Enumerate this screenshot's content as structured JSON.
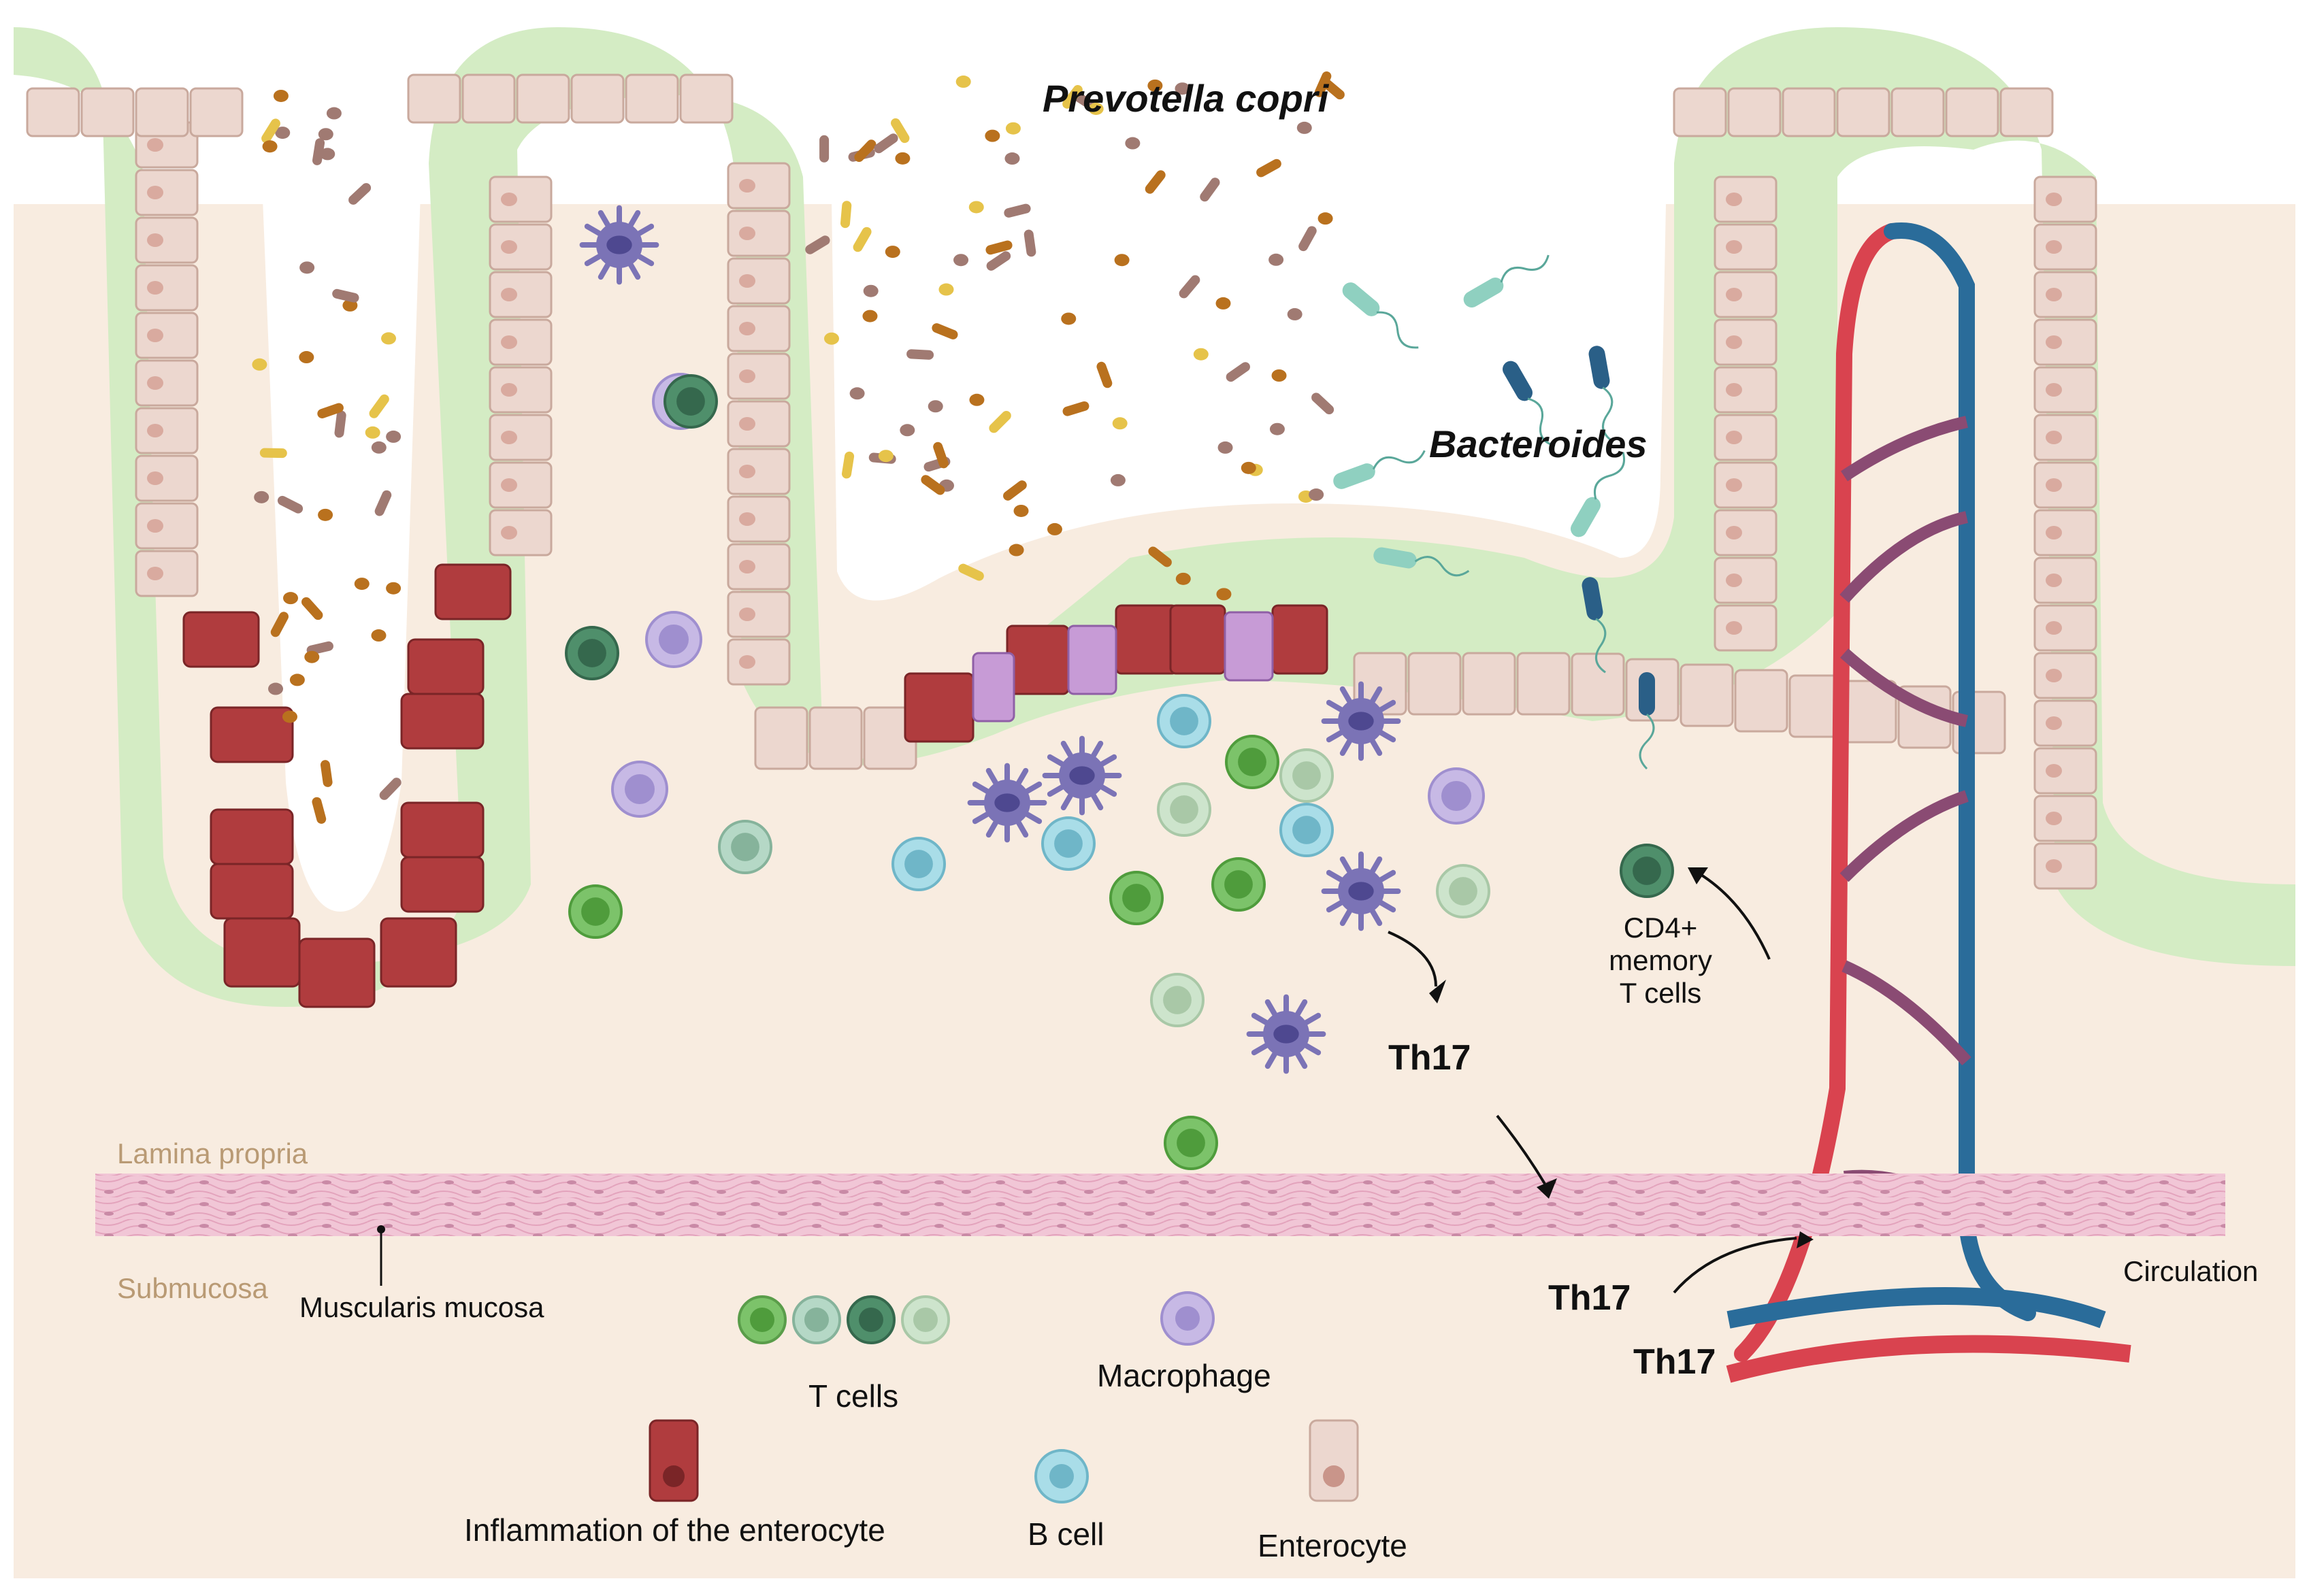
{
  "labels": {
    "prevotella": "Prevotella copri",
    "bacteroides": "Bacteroides",
    "cd4_line1": "CD4+",
    "cd4_line2": "memory",
    "cd4_line3": "T cells",
    "th17_center": "Th17",
    "th17_circ_1": "Th17",
    "th17_circ_2": "Th17",
    "circulation": "Circulation",
    "lamina_propria": "Lamina propria",
    "submucosa": "Submucosa",
    "muscularis_mucosa": "Muscularis mucosa"
  },
  "legend": {
    "t_cells": "T cells",
    "macrophage": "Macrophage",
    "inflamed_enterocyte": "Inflammation of the enterocyte",
    "b_cell": "B cell",
    "enterocyte": "Enterocyte"
  },
  "colors": {
    "tissue": "#f8ece0",
    "mucus": "#d4ecc4",
    "enterocyte": "#ecd7cf",
    "inflamed": "#b03c3e",
    "artery": "#d9434f",
    "vein": "#2a6c9a",
    "muscularis": "#f1c6d6",
    "macrophage": "#c7b9e5",
    "dendritic": "#7b73b6",
    "t_cell_green": "#7cc36a",
    "t_cell_dark": "#4f8f6b",
    "b_cell": "#a9dde8",
    "prevotella_brown": "#b9711e",
    "bacteroides_teal": "#8fd0c0"
  }
}
